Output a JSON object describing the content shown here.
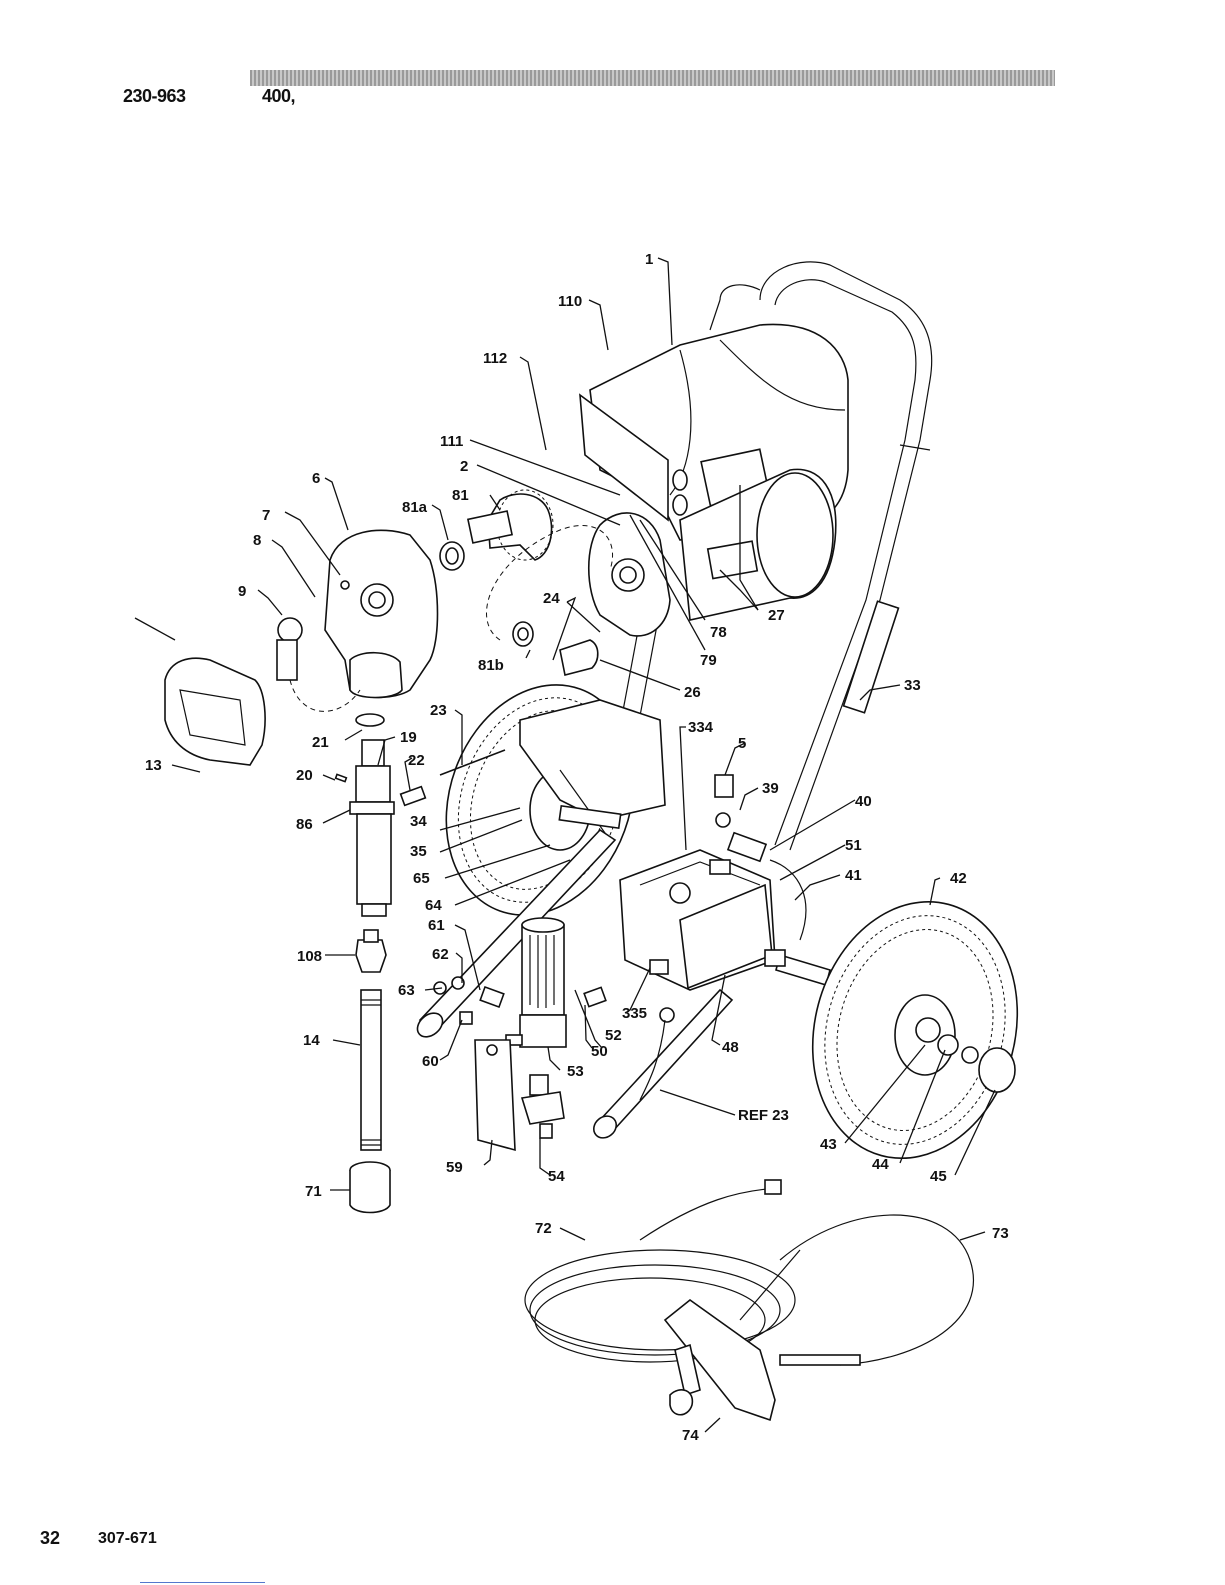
{
  "header": {
    "part_number": "230-963",
    "model": "400,"
  },
  "footer": {
    "page_number": "32",
    "manual_number": "307-671"
  },
  "callouts": {
    "c1": "1",
    "c2": "2",
    "c5": "5",
    "c6": "6",
    "c7": "7",
    "c8": "8",
    "c9": "9",
    "c13": "13",
    "c14": "14",
    "c19": "19",
    "c20": "20",
    "c21": "21",
    "c22": "22",
    "c23": "23",
    "c24": "24",
    "c26": "26",
    "c27": "27",
    "c33": "33",
    "c34": "34",
    "c35": "35",
    "c39": "39",
    "c40": "40",
    "c41": "41",
    "c42": "42",
    "c43": "43",
    "c44": "44",
    "c45": "45",
    "c48": "48",
    "c50": "50",
    "c51": "51",
    "c52": "52",
    "c53": "53",
    "c54": "54",
    "c59": "59",
    "c60": "60",
    "c61": "61",
    "c62": "62",
    "c63": "63",
    "c64": "64",
    "c65": "65",
    "c71": "71",
    "c72": "72",
    "c73": "73",
    "c74": "74",
    "c78": "78",
    "c79": "79",
    "c81": "81",
    "c81a": "81a",
    "c81b": "81b",
    "c86": "86",
    "c108": "108",
    "c110": "110",
    "c111": "111",
    "c112": "112",
    "c334": "334",
    "c335": "335",
    "cref23": "REF 23"
  }
}
